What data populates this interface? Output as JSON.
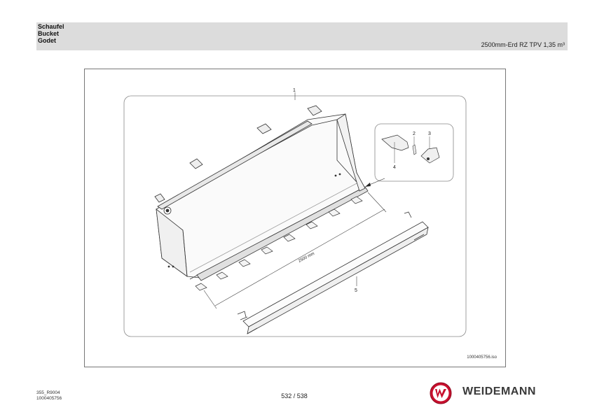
{
  "header": {
    "title_lines": [
      "Schaufel",
      "Bucket",
      "Godet"
    ],
    "subtitle": "2500mm-Erd RZ TPV 1,35 m³"
  },
  "drawing": {
    "callouts": [
      "1",
      "2",
      "3",
      "4",
      "5"
    ],
    "dimension_label": "2500 mm",
    "iso_code": "1000405756.iso"
  },
  "footer": {
    "doc_code_line1": "355_R9004",
    "doc_code_line2": "1000405756",
    "page": "532 / 538",
    "brand": "WEIDEMANN"
  },
  "colors": {
    "header_bg": "#dcdcdc",
    "logo_red": "#c8102e",
    "brand_text": "#3a3a3a"
  }
}
